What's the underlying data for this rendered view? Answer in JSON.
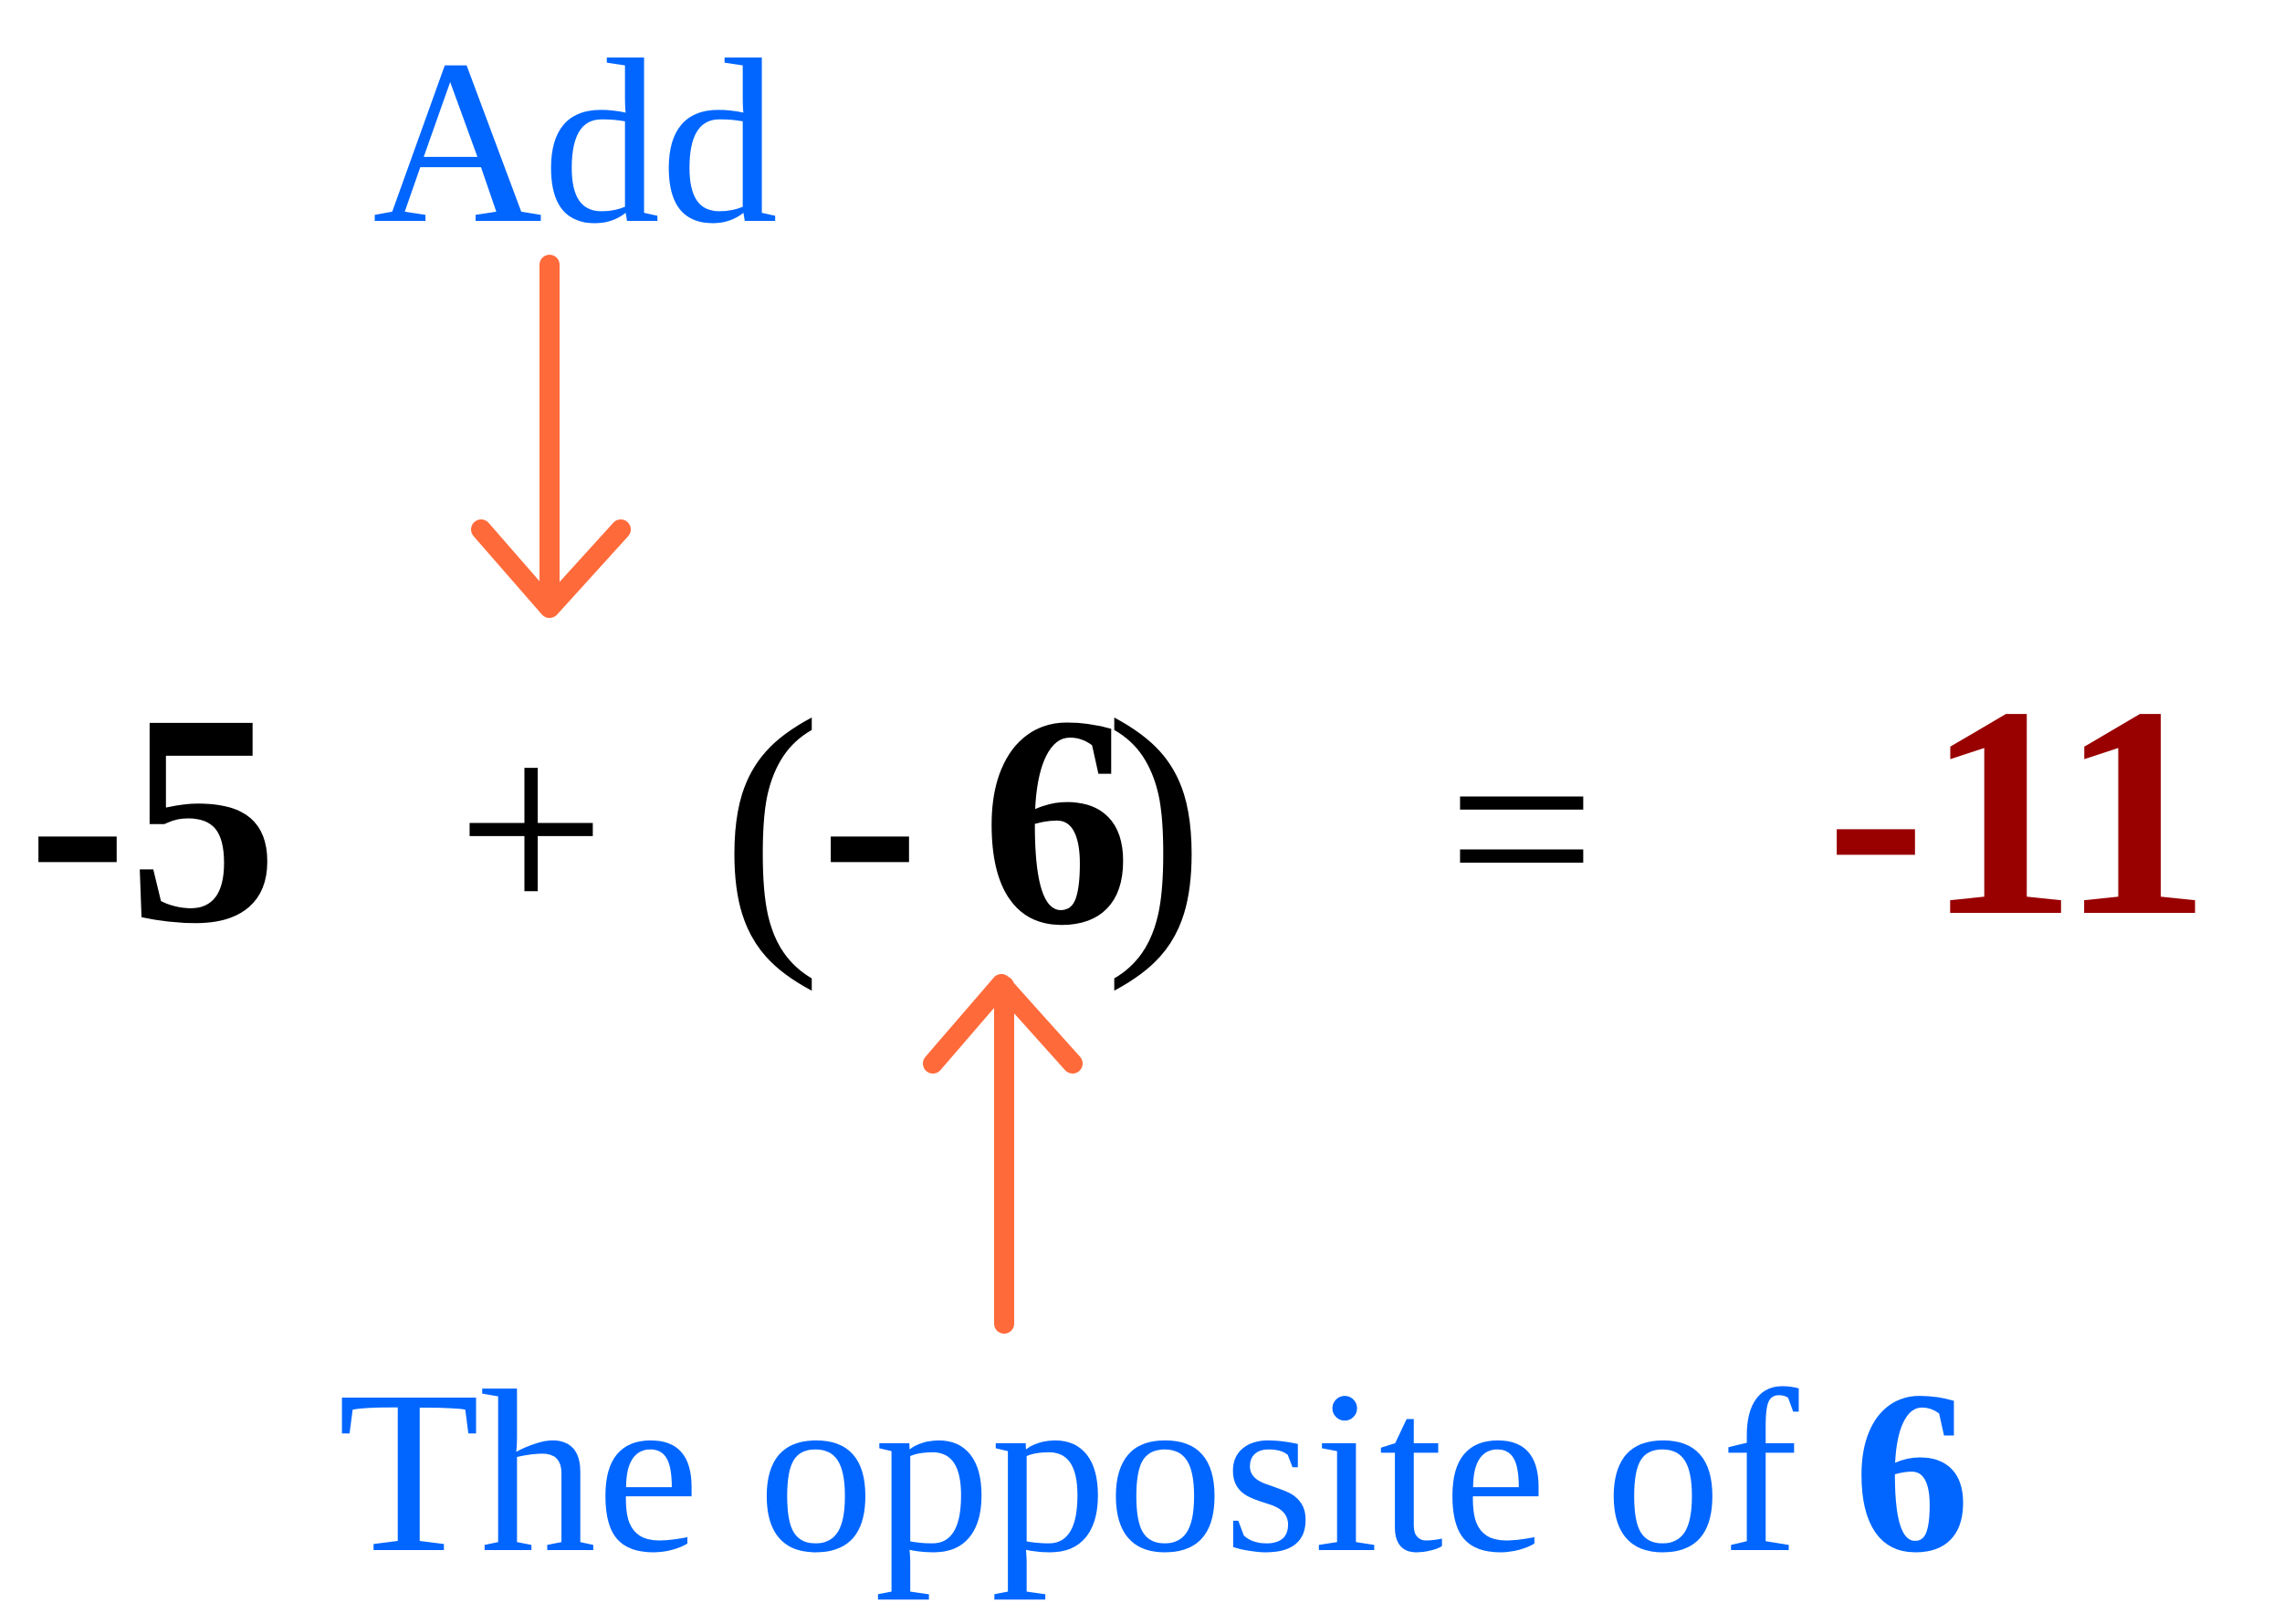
{
  "top_label": "Add",
  "equation": {
    "first_term": "-5",
    "operator": "+",
    "open_paren": "(",
    "inner_sign": "-",
    "inner_number": "6",
    "close_paren": ")",
    "equals": "=",
    "result": "-11"
  },
  "bottom_label": {
    "prefix": "The opposite of",
    "number": "6"
  },
  "colors": {
    "label_blue": "#0066ff",
    "result_red": "#990000",
    "arrow_orange": "#ff6a3a",
    "equation_black": "#000000"
  }
}
